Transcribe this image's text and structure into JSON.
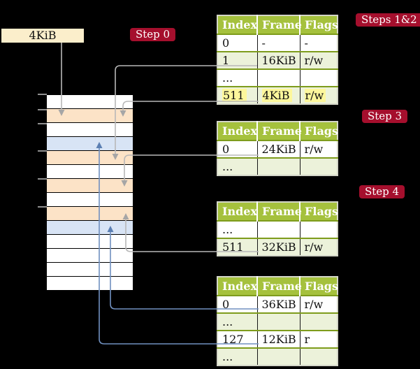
{
  "frame_size_label": "4KiB",
  "labels": {
    "step0": "Step 0",
    "steps12": "Steps 1&2",
    "step3": "Step 3",
    "step4": "Step 4"
  },
  "memory": {
    "cell_size": "4KiB",
    "cells": [
      "plain",
      "mapped",
      "plain",
      "new",
      "mapped",
      "plain",
      "mapped",
      "plain",
      "mapped",
      "new",
      "plain",
      "plain",
      "plain",
      "plain"
    ]
  },
  "tables": [
    {
      "name": "page-table-steps-1-2",
      "header": [
        "Index",
        "Frame",
        "Flags"
      ],
      "rows": [
        {
          "cells": [
            "0",
            "-",
            "-"
          ]
        },
        {
          "cells": [
            "1",
            "16KiB",
            "r/w"
          ]
        },
        {
          "cells": [
            "...",
            "",
            ""
          ]
        },
        {
          "cells": [
            "511",
            "4KiB",
            "r/w"
          ],
          "highlighted": true
        }
      ]
    },
    {
      "name": "page-table-step-3",
      "header": [
        "Index",
        "Frame",
        "Flags"
      ],
      "rows": [
        {
          "cells": [
            "0",
            "24KiB",
            "r/w"
          ]
        },
        {
          "cells": [
            "...",
            "",
            ""
          ]
        }
      ]
    },
    {
      "name": "page-table-step-4",
      "header": [
        "Index",
        "Frame",
        "Flags"
      ],
      "rows": [
        {
          "cells": [
            "...",
            "",
            ""
          ]
        },
        {
          "cells": [
            "511",
            "32KiB",
            "r/w"
          ]
        }
      ]
    },
    {
      "name": "page-table-final",
      "header": [
        "Index",
        "Frame",
        "Flags"
      ],
      "rows": [
        {
          "cells": [
            "0",
            "36KiB",
            "r/w"
          ]
        },
        {
          "cells": [
            "...",
            "",
            ""
          ]
        },
        {
          "cells": [
            "127",
            "12KiB",
            "r"
          ]
        },
        {
          "cells": [
            "...",
            "",
            ""
          ]
        }
      ]
    }
  ],
  "colors": {
    "background": "#000000",
    "table_header_bg": "#a5c13d",
    "table_row_alt_bg": "#ecf2da",
    "table_border_olive": "#7e9c1c",
    "highlight_yellow": "#fdf79c",
    "frame_cell_peach": "#fce3c7",
    "frame_cell_blue": "#d8e4f5",
    "step_badge_red": "#a50f2d",
    "frame_label_cream": "#fbeecb",
    "connector_gray": "#b8b8b8",
    "connector_blue": "#7090c0"
  }
}
